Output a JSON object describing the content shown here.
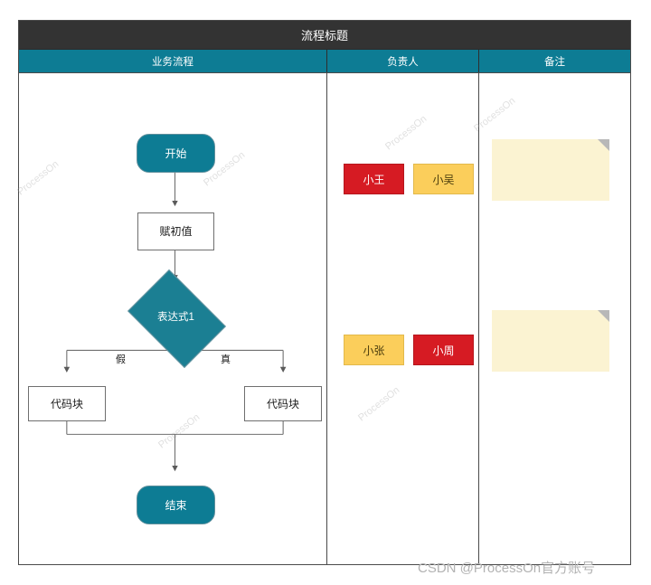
{
  "title": "流程标题",
  "columns": [
    {
      "key": "process",
      "label": "业务流程"
    },
    {
      "key": "owner",
      "label": "负责人"
    },
    {
      "key": "remark",
      "label": "备注"
    }
  ],
  "flow": {
    "nodes": [
      {
        "id": "start",
        "type": "terminal",
        "label": "开始"
      },
      {
        "id": "init",
        "type": "process",
        "label": "赋初值"
      },
      {
        "id": "cond",
        "type": "decision",
        "label": "表达式1"
      },
      {
        "id": "block_false",
        "type": "process",
        "label": "代码块"
      },
      {
        "id": "block_true",
        "type": "process",
        "label": "代码块"
      },
      {
        "id": "end",
        "type": "terminal",
        "label": "结束"
      }
    ],
    "edge_labels": {
      "false": "假",
      "true": "真"
    }
  },
  "owners": {
    "row1": [
      {
        "name": "小王",
        "color": "red"
      },
      {
        "name": "小吴",
        "color": "yellow"
      }
    ],
    "row2": [
      {
        "name": "小张",
        "color": "yellow"
      },
      {
        "name": "小周",
        "color": "red"
      }
    ]
  },
  "notes": [
    {
      "id": "note1",
      "text": ""
    },
    {
      "id": "note2",
      "text": ""
    }
  ],
  "watermarks": {
    "tool": "ProcessOn",
    "footer": "CSDN @ProcessOn官方账号"
  },
  "colors": {
    "title_bar": "#333333",
    "header": "#0d7c94",
    "terminal": "#0d7c94",
    "decision": "#1b7f93",
    "badge_red": "#d61b23",
    "badge_yellow": "#fbce5b",
    "note": "#fbf3d2"
  }
}
